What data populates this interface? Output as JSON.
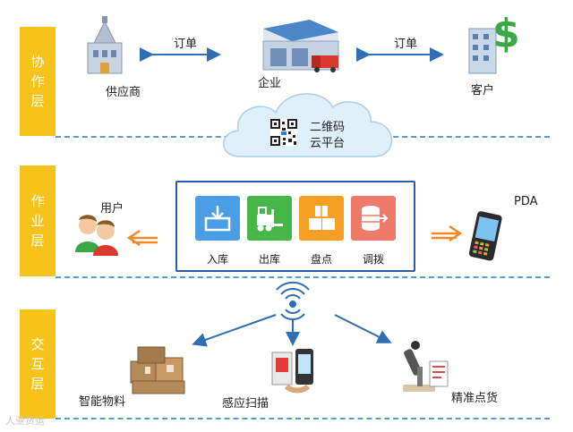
{
  "layers": {
    "collab": [
      "协",
      "作",
      "层"
    ],
    "work": [
      "作",
      "业",
      "层"
    ],
    "interact": [
      "交",
      "互",
      "层"
    ]
  },
  "collab": {
    "supplier": "供应商",
    "enterprise": "企业",
    "customer": "客户",
    "order_left": "订单",
    "order_right": "订单",
    "cloud_line1": "二维码",
    "cloud_line2": "云平台"
  },
  "work": {
    "user": "用户",
    "pda": "PDA",
    "ops": [
      {
        "label": "入库",
        "color": "#4a9ee6"
      },
      {
        "label": "出库",
        "color": "#47b649"
      },
      {
        "label": "盘点",
        "color": "#f5a024"
      },
      {
        "label": "调拨",
        "color": "#f07a6a"
      }
    ]
  },
  "interact": {
    "materials": "智能物料",
    "scan": "感应扫描",
    "inventory": "精准点货"
  },
  "watermark": "人亚货运",
  "colors": {
    "band": "#f7c21a",
    "divider": "#5b9bd5",
    "arrow_blue": "#2f6db5",
    "arrow_orange": "#f08a24",
    "ops_border": "#2e5aa8"
  }
}
